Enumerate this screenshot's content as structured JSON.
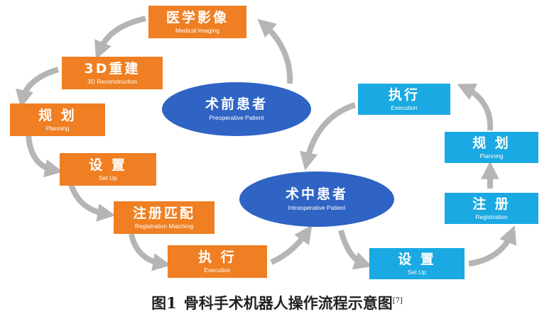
{
  "orange_loop": {
    "medical_imaging": {
      "cn": "医学影像",
      "en": "Medical Imaging"
    },
    "reconstruction": {
      "cn": "3D重建",
      "en": "3D Reconstruction"
    },
    "planning": {
      "cn": "规 划",
      "en": "Planning"
    },
    "set_up": {
      "cn": "设 置",
      "en": "Set Up"
    },
    "registration_matching": {
      "cn": "注册匹配",
      "en": "Registration Matching"
    },
    "execution": {
      "cn": "执 行",
      "en": "Execution"
    }
  },
  "blue_loop": {
    "execution": {
      "cn": "执行",
      "en": "Execution"
    },
    "planning": {
      "cn": "规 划",
      "en": "Planning"
    },
    "registration": {
      "cn": "注 册",
      "en": "Registration"
    },
    "set_up": {
      "cn": "设 置",
      "en": "Set Up"
    }
  },
  "preoperative": {
    "cn": "术前患者",
    "en": "Preoperative Patient"
  },
  "intraoperative": {
    "cn": "术中患者",
    "en": "Intraoperative Patient"
  },
  "caption": {
    "label": "图1",
    "text": "骨科手术机器人操作流程示意图",
    "ref": "[7]"
  },
  "colors": {
    "orange": "#ef7f22",
    "blue": "#1aa9e2",
    "ellipse": "#2f63c4",
    "arrow": "#b5b5b5"
  }
}
